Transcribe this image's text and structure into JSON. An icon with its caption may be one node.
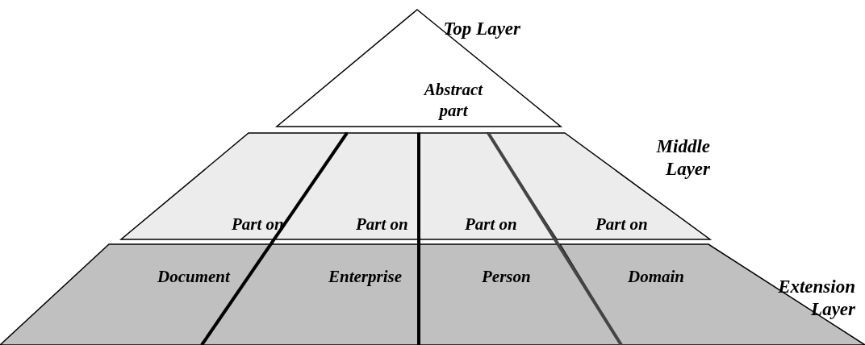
{
  "diagram": {
    "nodes": [
      {
        "text": [
          "Abstract part"
        ]
      },
      {
        "text": [
          "Part on"
        ]
      },
      {
        "text": [
          "Part on"
        ]
      },
      {
        "text": [
          "Part on"
        ]
      },
      {
        "text": [
          "Part on"
        ]
      },
      {
        "text": [
          "Document"
        ]
      },
      {
        "text": [
          "Enterprise"
        ]
      },
      {
        "text": [
          "Person"
        ]
      },
      {
        "text": [
          "Domain"
        ]
      }
    ],
    "labels": [
      "Top Layer",
      "Middle Layer",
      "Extension Layer"
    ]
  }
}
